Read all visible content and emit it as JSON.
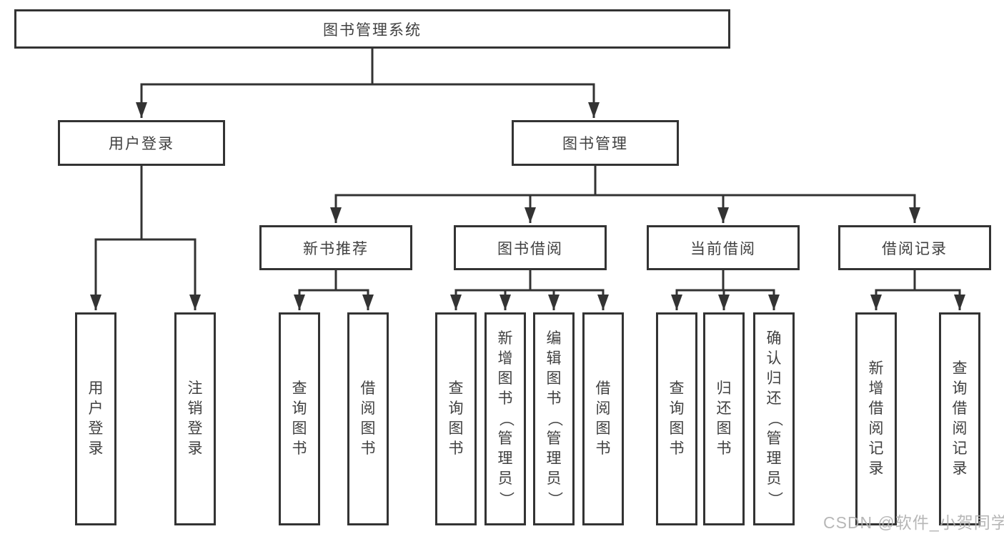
{
  "tree": {
    "label": "图书管理系统",
    "children": [
      {
        "label": "用户登录",
        "children": [
          {
            "label": "用户登录"
          },
          {
            "label": "注销登录"
          }
        ]
      },
      {
        "label": "图书管理",
        "children": [
          {
            "label": "新书推荐",
            "children": [
              {
                "label": "查询图书"
              },
              {
                "label": "借阅图书"
              }
            ]
          },
          {
            "label": "图书借阅",
            "children": [
              {
                "label": "查询图书"
              },
              {
                "label": "新增图书（管理员）"
              },
              {
                "label": "编辑图书（管理员）"
              },
              {
                "label": "借阅图书"
              }
            ]
          },
          {
            "label": "当前借阅",
            "children": [
              {
                "label": "查询图书"
              },
              {
                "label": "归还图书"
              },
              {
                "label": "确认归还（管理员）"
              }
            ]
          },
          {
            "label": "借阅记录",
            "children": [
              {
                "label": "新增借阅记录"
              },
              {
                "label": "查询借阅记录"
              }
            ]
          }
        ]
      }
    ]
  },
  "watermark": {
    "text": "CSDN @软件_小贺同学"
  },
  "colors": {
    "line": "#333333",
    "text": "#404040",
    "watermark": "#b0b0b0",
    "background": "#ffffff"
  }
}
